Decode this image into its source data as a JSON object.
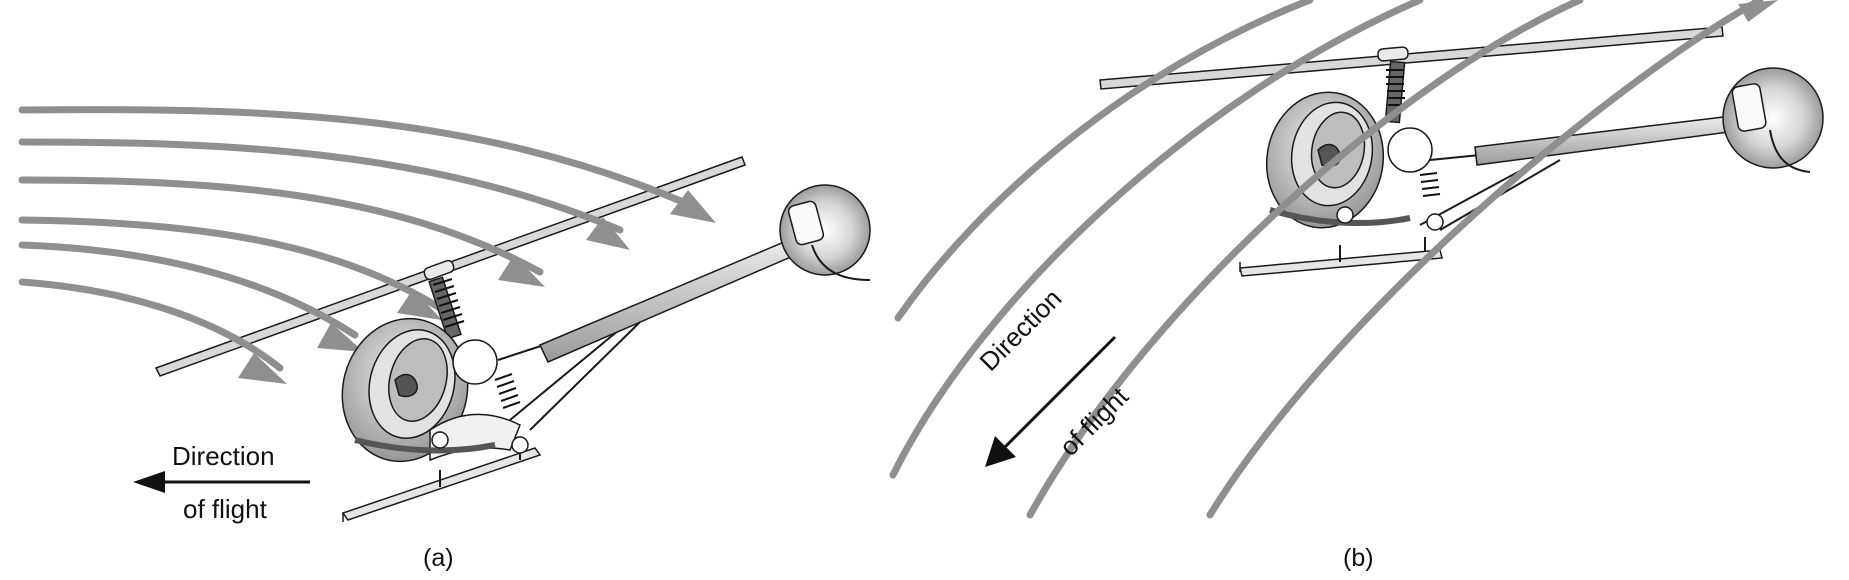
{
  "panels": [
    {
      "id": "a",
      "label": "(a)",
      "direction_line1": "Direction",
      "direction_line2": "of flight"
    },
    {
      "id": "b",
      "label": "(b)",
      "direction_line1": "Direction",
      "direction_line2": "of flight"
    }
  ],
  "colors": {
    "airflow": "#8f8f8f",
    "outline": "#1a1a1a",
    "fuselage": "#c9c9c9",
    "text": "#111111"
  }
}
